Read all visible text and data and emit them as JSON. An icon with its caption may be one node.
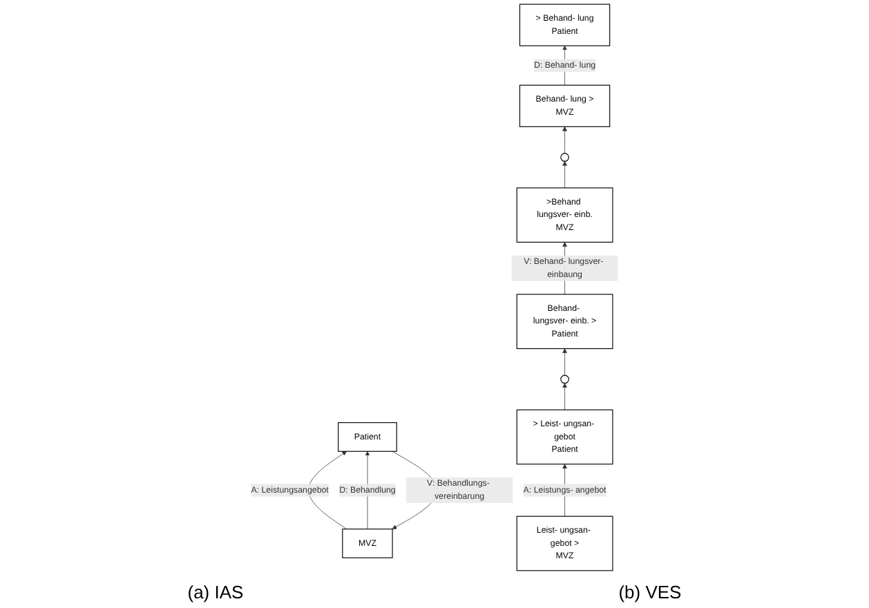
{
  "diagram": {
    "nodes": [
      {
        "text": [
          "MVZ"
        ]
      },
      {
        "text": [
          "Patient"
        ]
      },
      {
        "text": [],
        "shape": "circle"
      },
      {
        "text": [
          "Leist- ungsan- gebot >",
          "MVZ"
        ]
      },
      {
        "text": [
          ">Behand lungsver- einb.",
          "MVZ"
        ]
      },
      {
        "text": [
          "Behand- lung >",
          "MVZ"
        ]
      },
      {
        "text": [
          "> Leist- ungsan- gebot",
          "Patient"
        ]
      },
      {
        "text": [
          "Behand- lungsver- einb. >",
          "Patient"
        ]
      },
      {
        "text": [
          "> Behand- lung",
          "Patient"
        ]
      },
      {
        "text": [],
        "shape": "circle"
      }
    ],
    "edges": [
      {
        "from": 0,
        "to": 1,
        "arrow": "to",
        "label": "A: Leistungsangebot"
      },
      {
        "from": 1,
        "to": 0,
        "arrow": "to",
        "label": "V: Behandlungs- vereinbarung"
      },
      {
        "from": 0,
        "to": 1,
        "arrow": "to",
        "label": "D: Behandlung"
      },
      {
        "from": 3,
        "to": 6,
        "arrow": "to",
        "label": "A: Leistungs- angebot"
      },
      {
        "from": 7,
        "to": 4,
        "arrow": "to",
        "label": "V: Behand- lungsver- einbaung"
      },
      {
        "from": 5,
        "to": 8,
        "arrow": "to",
        "label": "D: Behand- lung"
      },
      {
        "from": 6,
        "to": 9,
        "arrow": "to"
      },
      {
        "from": 9,
        "to": 7,
        "arrow": "to"
      },
      {
        "from": 4,
        "to": 2,
        "arrow": "to"
      },
      {
        "from": 2,
        "to": 5,
        "arrow": "to"
      }
    ],
    "labels": [
      "(a) IAS",
      "(b) VES"
    ]
  }
}
